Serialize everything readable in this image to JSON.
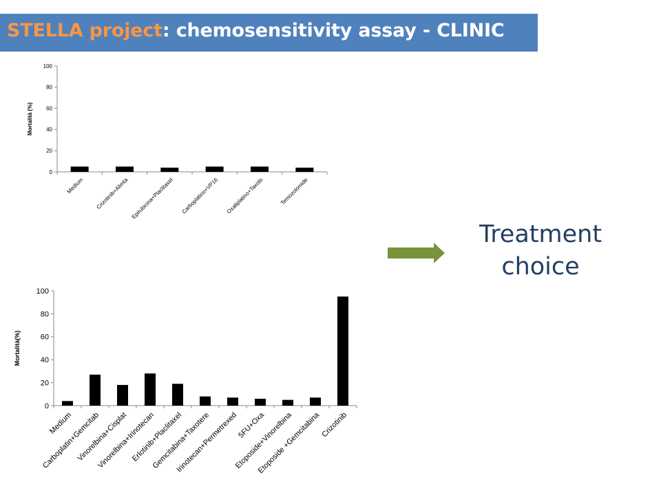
{
  "title": {
    "accent": "STELLA project",
    "rest": ": chemosensitivity assay - CLINIC"
  },
  "treatment": {
    "line1": "Treatment",
    "line2": "choice"
  },
  "colors": {
    "title_bar": "#4f81bd",
    "title_accent": "#f79646",
    "arrow": "#77933c",
    "bars": "#000000",
    "treatment_text": "#243f60"
  },
  "chart_data": [
    {
      "type": "bar",
      "title": "",
      "xlabel": "",
      "ylabel": "Mortalità (%)",
      "ylim": [
        0,
        100
      ],
      "yticks": [
        0,
        20,
        40,
        60,
        80,
        100
      ],
      "grid": false,
      "categories": [
        "Medium",
        "Crizotinib+Alimta",
        "Epirubicina+Placlitaxel",
        "Carboplatino+VP16",
        "Oxaliplatino+Taxolo",
        "Temozolomide"
      ],
      "values": [
        5,
        5,
        4,
        5,
        5,
        4
      ]
    },
    {
      "type": "bar",
      "title": "",
      "xlabel": "",
      "ylabel": "Mortalità(%)",
      "ylim": [
        0,
        100
      ],
      "yticks": [
        0,
        20,
        40,
        60,
        80,
        100
      ],
      "grid": false,
      "categories": [
        "Medium",
        "Carboplatin+Gemcitab",
        "Vinorelbina+Cisplat",
        "Vinorelbina+Irinotecan",
        "Erlotinib+Placlitaxel",
        "Gemcitabina+Taxotere",
        "Irinotecan+Permetrexed",
        "5FU+Oxa",
        "Etoposide+Vinorelbina",
        "Etoposide +Gemcitabina",
        "Crizotinib"
      ],
      "values": [
        4,
        27,
        18,
        28,
        19,
        8,
        7,
        6,
        5,
        7,
        95
      ]
    }
  ]
}
